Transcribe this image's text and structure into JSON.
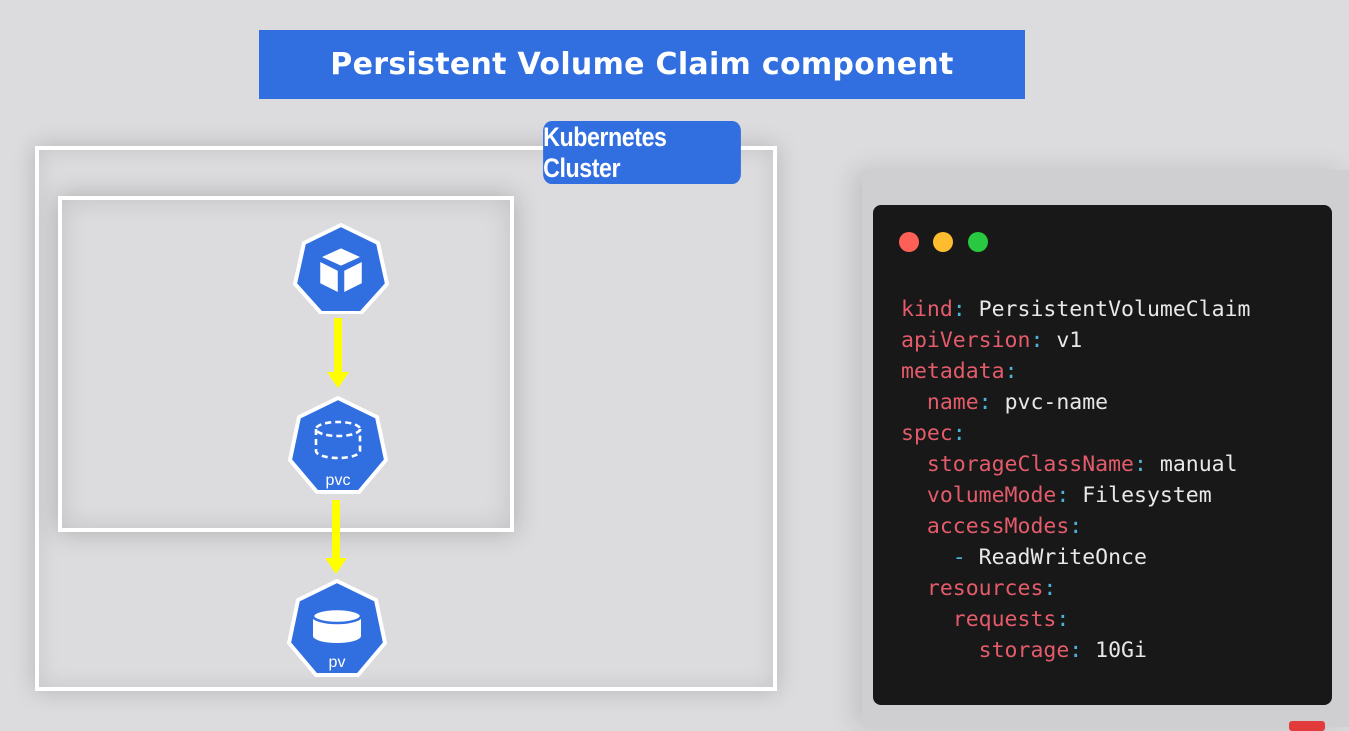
{
  "title": "Persistent Volume Claim component",
  "cluster_label": "Kubernetes Cluster",
  "icons": {
    "pod": "pod-icon",
    "pvc": {
      "icon": "pvc-icon",
      "label": "pvc"
    },
    "pv": {
      "icon": "pv-icon",
      "label": "pv"
    }
  },
  "colors": {
    "k8s_blue": "#316ee0",
    "arrow": "#ffff00",
    "code_bg": "#181819",
    "yaml_key": "#e45b6a",
    "yaml_punct": "#4fb3d9",
    "yaml_value": "#e8e8e8"
  },
  "window_buttons": [
    "red-dot",
    "yellow-dot",
    "green-dot"
  ],
  "yaml": [
    {
      "indent": "",
      "key": "kind",
      "sep": ": ",
      "value": "PersistentVolumeClaim"
    },
    {
      "indent": "",
      "key": "apiVersion",
      "sep": ": ",
      "value": "v1"
    },
    {
      "indent": "",
      "key": "metadata",
      "sep": ":",
      "value": ""
    },
    {
      "indent": "  ",
      "key": "name",
      "sep": ": ",
      "value": "pvc-name"
    },
    {
      "indent": "",
      "key": "spec",
      "sep": ":",
      "value": ""
    },
    {
      "indent": "  ",
      "key": "storageClassName",
      "sep": ": ",
      "value": "manual"
    },
    {
      "indent": "  ",
      "key": "volumeMode",
      "sep": ": ",
      "value": "Filesystem"
    },
    {
      "indent": "  ",
      "key": "accessModes",
      "sep": ":",
      "value": ""
    },
    {
      "indent": "    ",
      "key": "",
      "sep": "- ",
      "value": "ReadWriteOnce"
    },
    {
      "indent": "  ",
      "key": "resources",
      "sep": ":",
      "value": ""
    },
    {
      "indent": "    ",
      "key": "requests",
      "sep": ":",
      "value": ""
    },
    {
      "indent": "      ",
      "key": "storage",
      "sep": ": ",
      "value": "10Gi"
    }
  ]
}
